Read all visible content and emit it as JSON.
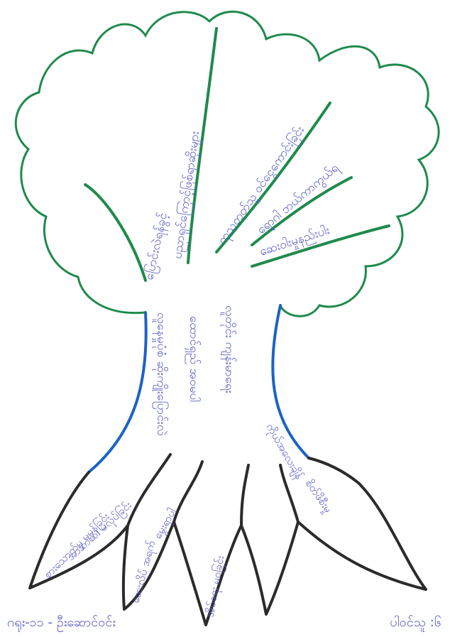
{
  "crown_texts": [
    "ပြောင်းလဲရန်ခွင့်",
    "ပညာရှင်ကြောင့်ဖြစ်ရာဆိုးများ",
    "ကုသတတ်သူ ဝင်ငွေကောင်းခြင်း",
    "ရောဂါ ဘယ်ကာကွယ်ရ",
    "ဆေးဝါးမှုနည်းပါး"
  ],
  "trunk_texts": [
    "လူနေမှုပုံစံ ဆိုးကျိုးပြောင်းလဲ",
    "ထောင်ရှည် အဝမပါ",
    "လူတိုင်း ကျန်းမာရေး"
  ],
  "root_texts": [
    "စားသောက်မှု မမှန်ခြင်း",
    "အားကစား မလုပ်ခြင်း",
    "ဆေးလိပ် အရက်",
    "မွေးရာပါ",
    "အိပ်ရေး မဝခြင်း",
    "ကိုယ်အလေးချိန်",
    "စိတ်ဖိစီးမှု"
  ],
  "footer": {
    "left": "ဂ‌ရုး-၁၁ - ဦးဆောင်ဝင်း",
    "right": "ပါဝင်သူ :၆ "
  },
  "colors": {
    "crown_outline": "#1f8a4c",
    "trunk": "#1b63c6",
    "roots": "#2b2b2b",
    "text": "#5a5fc4"
  }
}
